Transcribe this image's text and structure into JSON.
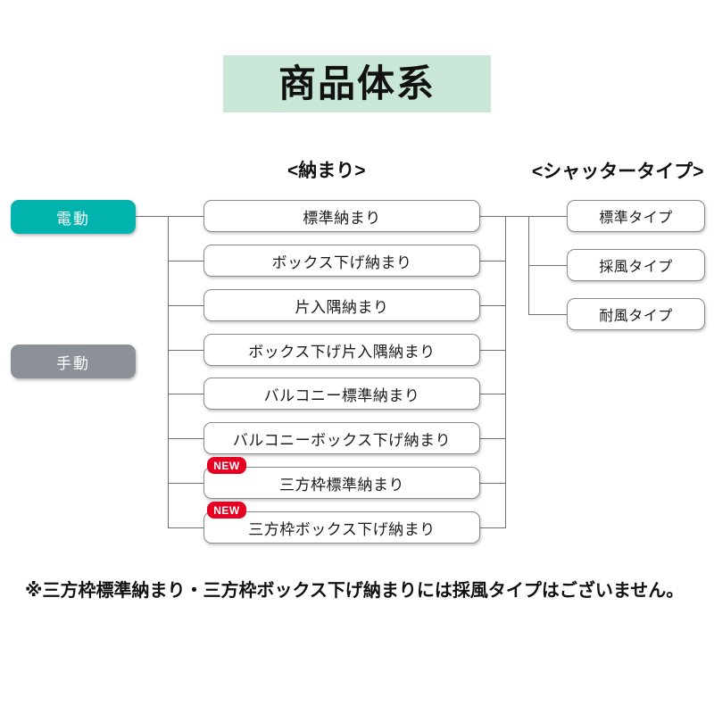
{
  "title": {
    "text": "商品体系"
  },
  "headers": {
    "fit": "<納まり>",
    "shutter_type": "<シャッタータイプ>"
  },
  "drive_options": [
    {
      "label": "電動",
      "color": "#00b3ad"
    },
    {
      "label": "手動",
      "color": "#8b9099"
    }
  ],
  "fit_items": [
    {
      "label": "標準納まり",
      "badge": ""
    },
    {
      "label": "ボックス下げ納まり",
      "badge": ""
    },
    {
      "label": "片入隅納まり",
      "badge": ""
    },
    {
      "label": "ボックス下げ片入隅納まり",
      "badge": ""
    },
    {
      "label": "バルコニー標準納まり",
      "badge": ""
    },
    {
      "label": "バルコニーボックス下げ納まり",
      "badge": ""
    },
    {
      "label": "三方枠標準納まり",
      "badge": "NEW"
    },
    {
      "label": "三方枠ボックス下げ納まり",
      "badge": "NEW"
    }
  ],
  "shutter_types": [
    {
      "label": "標準タイプ"
    },
    {
      "label": "採風タイプ"
    },
    {
      "label": "耐風タイプ"
    }
  ],
  "footnote": {
    "text": "※三方枠標準納まり・三方枠ボックス下げ納まりには採風タイプはございません。"
  },
  "colors": {
    "title_background": "#c9e7d6",
    "electric_accent": "#00b3ad",
    "manual_accent": "#8b9099",
    "new_badge": "#e60022",
    "line": "#6f6f6f",
    "box_border": "#8a8a8a"
  }
}
